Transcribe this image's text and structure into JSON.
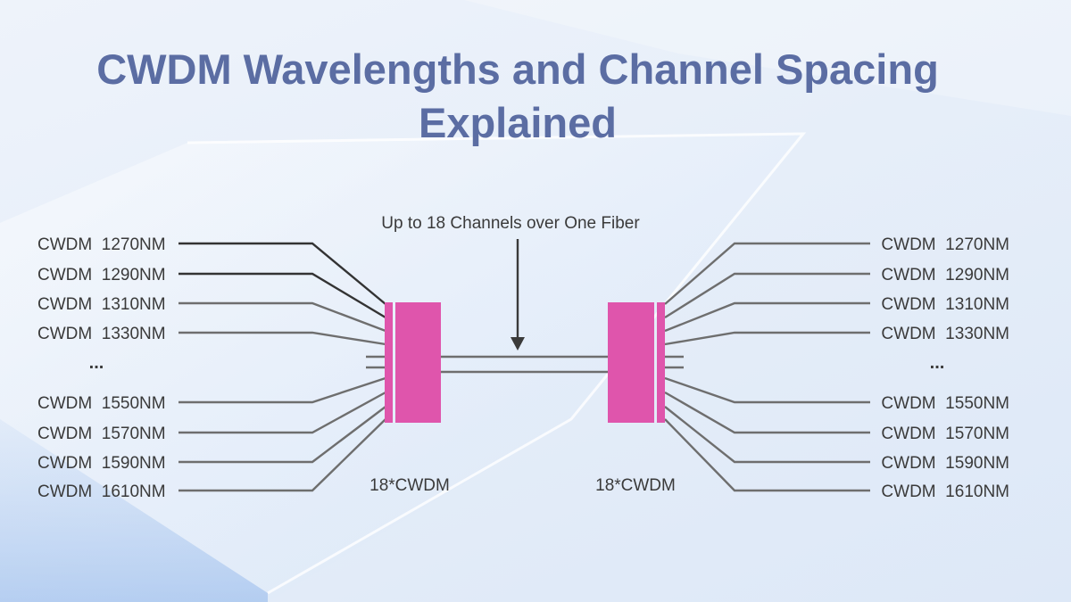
{
  "title_line1": "CWDM Wavelengths and Channel Spacing",
  "title_line2": "Explained",
  "annotation": "Up to 18 Channels over One Fiber",
  "mux_left_label": "18*CWDM",
  "mux_right_label": "18*CWDM",
  "ellipsis": "...",
  "left_channels": [
    "CWDM  1270NM",
    "CWDM  1290NM",
    "CWDM  1310NM",
    "CWDM  1330NM",
    "CWDM  1550NM",
    "CWDM  1570NM",
    "CWDM  1590NM",
    "CWDM  1610NM"
  ],
  "right_channels": [
    "CWDM  1270NM",
    "CWDM  1290NM",
    "CWDM  1310NM",
    "CWDM  1330NM",
    "CWDM  1550NM",
    "CWDM  1570NM",
    "CWDM  1590NM",
    "CWDM  1610NM"
  ],
  "colors": {
    "title": "#5b6da3",
    "mux": "#df55ac",
    "wire": "#6e6e6e",
    "text": "#3a3a3a"
  }
}
